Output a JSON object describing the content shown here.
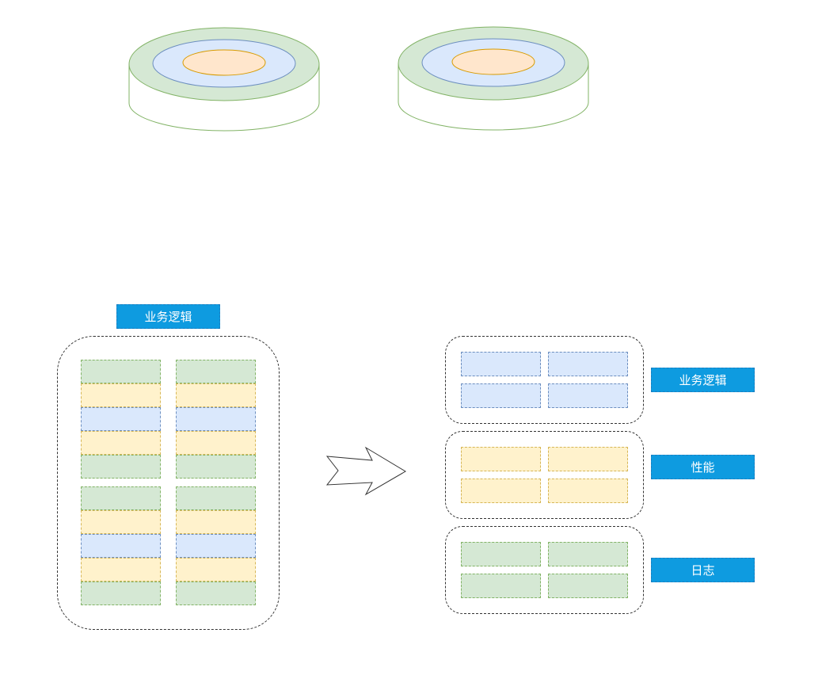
{
  "labels": {
    "business_logic_left": "业务逻辑",
    "business_logic_right": "业务逻辑",
    "performance": "性能",
    "log": "日志"
  },
  "colors": {
    "label_bg": "#0e9be0",
    "green_fill": "#d5e8d4",
    "green_stroke": "#82b366",
    "yellow_fill": "#fff2cc",
    "yellow_stroke": "#d6b656",
    "blue_fill": "#dae8fc",
    "blue_stroke": "#6c8ebf",
    "orange_fill": "#ffe6cc",
    "orange_stroke": "#d79b00"
  },
  "left_stack": {
    "row_colors": [
      "green",
      "yellow",
      "blue",
      "yellow",
      "green",
      "green",
      "yellow",
      "blue",
      "yellow",
      "green"
    ]
  },
  "right_groups": [
    {
      "color": "blue"
    },
    {
      "color": "yellow"
    },
    {
      "color": "green"
    }
  ]
}
